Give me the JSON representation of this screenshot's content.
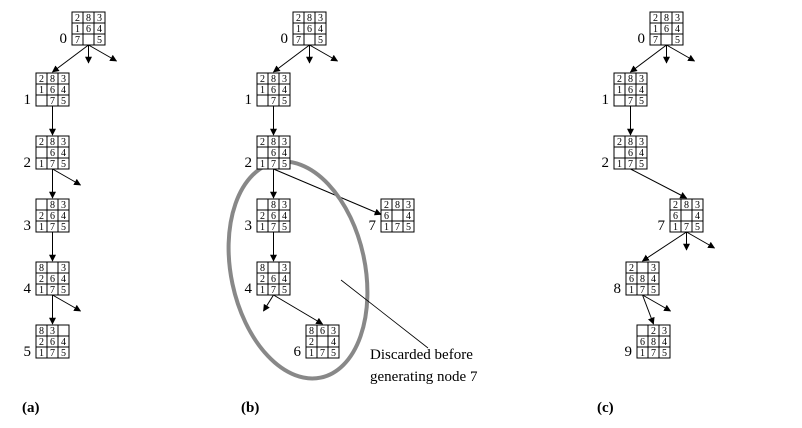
{
  "panels": [
    {
      "id": "a",
      "label": "(a)",
      "nodes": [
        {
          "id": "a0",
          "label": "0",
          "board": [
            "2",
            "8",
            "3",
            "1",
            "6",
            "4",
            "7",
            "",
            "5"
          ]
        },
        {
          "id": "a1",
          "label": "1",
          "board": [
            "2",
            "8",
            "3",
            "1",
            "6",
            "4",
            "",
            "7",
            "5"
          ]
        },
        {
          "id": "a2",
          "label": "2",
          "board": [
            "2",
            "8",
            "3",
            "",
            "6",
            "4",
            "1",
            "7",
            "5"
          ]
        },
        {
          "id": "a3",
          "label": "3",
          "board": [
            "",
            "8",
            "3",
            "2",
            "6",
            "4",
            "1",
            "7",
            "5"
          ]
        },
        {
          "id": "a4",
          "label": "4",
          "board": [
            "8",
            "",
            "3",
            "2",
            "6",
            "4",
            "1",
            "7",
            "5"
          ]
        },
        {
          "id": "a5",
          "label": "5",
          "board": [
            "8",
            "3",
            "",
            "2",
            "6",
            "4",
            "1",
            "7",
            "5"
          ]
        }
      ]
    },
    {
      "id": "b",
      "label": "(b)",
      "nodes": [
        {
          "id": "b0",
          "label": "0",
          "board": [
            "2",
            "8",
            "3",
            "1",
            "6",
            "4",
            "7",
            "",
            "5"
          ]
        },
        {
          "id": "b1",
          "label": "1",
          "board": [
            "2",
            "8",
            "3",
            "1",
            "6",
            "4",
            "",
            "7",
            "5"
          ]
        },
        {
          "id": "b2",
          "label": "2",
          "board": [
            "2",
            "8",
            "3",
            "",
            "6",
            "4",
            "1",
            "7",
            "5"
          ]
        },
        {
          "id": "b3",
          "label": "3",
          "board": [
            "",
            "8",
            "3",
            "2",
            "6",
            "4",
            "1",
            "7",
            "5"
          ]
        },
        {
          "id": "b4",
          "label": "4",
          "board": [
            "8",
            "",
            "3",
            "2",
            "6",
            "4",
            "1",
            "7",
            "5"
          ]
        },
        {
          "id": "b6",
          "label": "6",
          "board": [
            "8",
            "6",
            "3",
            "2",
            "",
            "4",
            "1",
            "7",
            "5"
          ]
        },
        {
          "id": "b7",
          "label": "7",
          "board": [
            "2",
            "8",
            "3",
            "6",
            "",
            "4",
            "1",
            "7",
            "5"
          ]
        }
      ],
      "note_line1": "Discarded before",
      "note_line2": "generating node 7"
    },
    {
      "id": "c",
      "label": "(c)",
      "nodes": [
        {
          "id": "c0",
          "label": "0",
          "board": [
            "2",
            "8",
            "3",
            "1",
            "6",
            "4",
            "7",
            "",
            "5"
          ]
        },
        {
          "id": "c1",
          "label": "1",
          "board": [
            "2",
            "8",
            "3",
            "1",
            "6",
            "4",
            "",
            "7",
            "5"
          ]
        },
        {
          "id": "c2",
          "label": "2",
          "board": [
            "2",
            "8",
            "3",
            "",
            "6",
            "4",
            "1",
            "7",
            "5"
          ]
        },
        {
          "id": "c7",
          "label": "7",
          "board": [
            "2",
            "8",
            "3",
            "6",
            "",
            "4",
            "1",
            "7",
            "5"
          ]
        },
        {
          "id": "c8",
          "label": "8",
          "board": [
            "2",
            "",
            "3",
            "6",
            "8",
            "4",
            "1",
            "7",
            "5"
          ]
        },
        {
          "id": "c9",
          "label": "9",
          "board": [
            "",
            "2",
            "3",
            "6",
            "8",
            "4",
            "1",
            "7",
            "5"
          ]
        }
      ]
    }
  ]
}
